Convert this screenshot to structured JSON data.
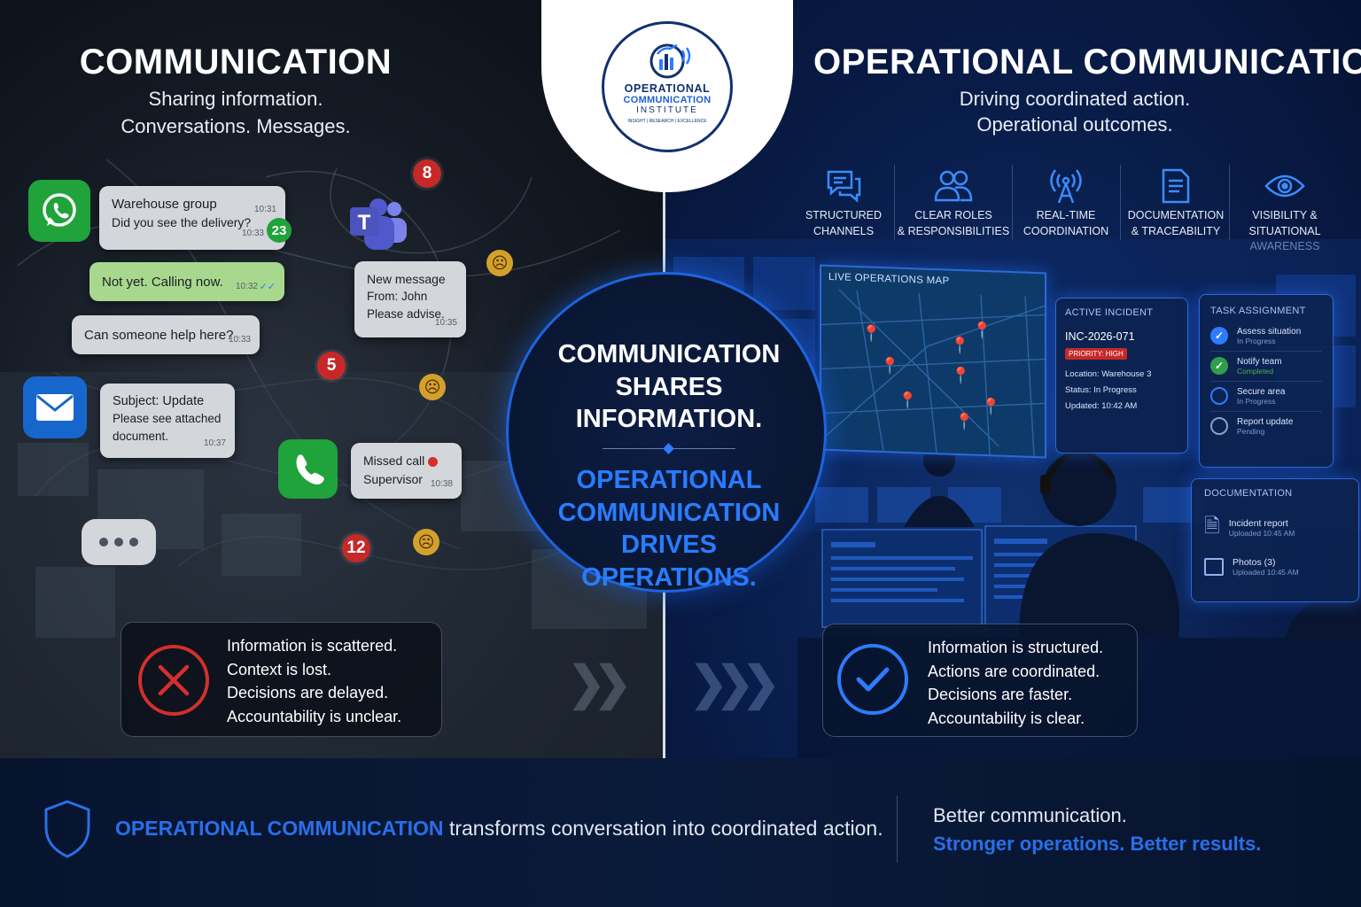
{
  "left": {
    "title": "COMMUNICATION",
    "subtitle_line1": "Sharing information.",
    "subtitle_line2": "Conversations. Messages.",
    "whatsapp_msg": {
      "title": "Warehouse group",
      "text": "Did you see the delivery?",
      "time1": "10:31",
      "time2": "10:33",
      "unread": "23"
    },
    "reply_msg": {
      "text": "Not yet. Calling now.",
      "time": "10:32"
    },
    "help_msg": {
      "text": "Can someone help here?",
      "time": "10:33"
    },
    "email_msg": {
      "line1": "Subject: Update",
      "line2": "Please see attached",
      "line3": "document.",
      "time": "10:37"
    },
    "teams_msg": {
      "line1": "New message",
      "line2": "From: John",
      "line3": "Please advise.",
      "time": "10:35"
    },
    "call_msg": {
      "line1": "Missed call",
      "line2": "Supervisor",
      "time": "10:38"
    },
    "badges": [
      "8",
      "5",
      "12"
    ],
    "status_lines": [
      "Information is scattered.",
      "Context is lost.",
      "Decisions are delayed.",
      "Accountability is unclear."
    ]
  },
  "center": {
    "logo_line1": "OPERATIONAL",
    "logo_line2": "COMMUNICATION",
    "logo_line3": "INSTITUTE",
    "logo_tagline": "INSIGHT | RESEARCH | EXCELLENCE",
    "top_lines": [
      "COMMUNICATION",
      "SHARES",
      "INFORMATION."
    ],
    "bottom_lines": [
      "OPERATIONAL",
      "COMMUNICATION",
      "DRIVES",
      "OPERATIONS."
    ]
  },
  "right": {
    "title": "OPERATIONAL COMMUNICATION",
    "subtitle_line1": "Driving coordinated action.",
    "subtitle_line2": "Operational outcomes.",
    "features": [
      {
        "icon": "chat-bubbles-icon",
        "label": "STRUCTURED\nCHANNELS"
      },
      {
        "icon": "people-icon",
        "label": "CLEAR ROLES\n& RESPONSIBILITIES"
      },
      {
        "icon": "antenna-icon",
        "label": "REAL-TIME\nCOORDINATION"
      },
      {
        "icon": "document-icon",
        "label": "DOCUMENTATION\n& TRACEABILITY"
      },
      {
        "icon": "eye-icon",
        "label": "VISIBILITY &\nSITUATIONAL\nAWARENESS"
      }
    ],
    "map_title": "LIVE OPERATIONS MAP",
    "incident": {
      "title": "ACTIVE INCIDENT",
      "id": "INC-2026-071",
      "priority": "PRIORITY: HIGH",
      "location": "Location: Warehouse 3",
      "status": "Status: In Progress",
      "updated": "Updated: 10:42 AM"
    },
    "tasks": {
      "title": "TASK ASSIGNMENT",
      "items": [
        {
          "name": "Assess situation",
          "state": "In Progress"
        },
        {
          "name": "Notify team",
          "state": "Completed"
        },
        {
          "name": "Secure area",
          "state": "In Progress"
        },
        {
          "name": "Report update",
          "state": "Pending"
        }
      ]
    },
    "docs": {
      "title": "DOCUMENTATION",
      "items": [
        {
          "name": "Incident report",
          "meta": "Uploaded 10:45 AM"
        },
        {
          "name": "Photos (3)",
          "meta": "Uploaded 10:45 AM"
        }
      ]
    },
    "status_lines": [
      "Information is structured.",
      "Actions are coordinated.",
      "Decisions are faster.",
      "Accountability is clear."
    ]
  },
  "footer": {
    "highlight": "OPERATIONAL COMMUNICATION",
    "text": "transforms conversation into coordinated action.",
    "right_line1": "Better communication.",
    "right_line2": "Stronger operations. Better results."
  },
  "colors": {
    "accent_blue": "#2f7bff",
    "error_red": "#d32f2f",
    "whatsapp_green": "#1fa33a",
    "teams_purple": "#5059c9"
  }
}
